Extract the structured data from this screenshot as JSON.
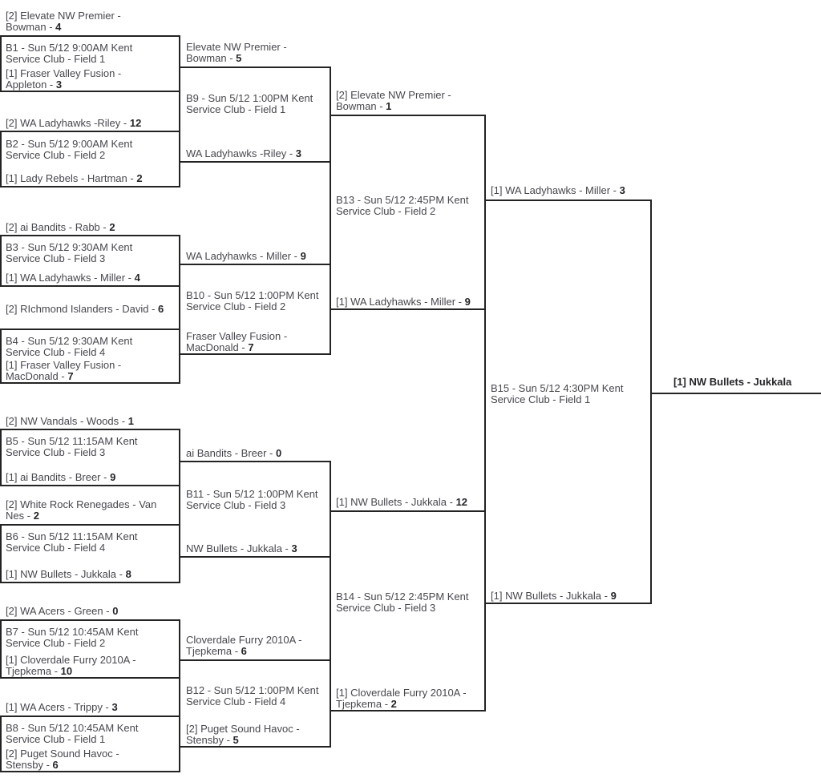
{
  "colors": {
    "background": "#ffffff",
    "text": "#47474f",
    "score": "#26262b",
    "line": "#232323"
  },
  "champion": {
    "team": "[1] NW Bullets - Jukkala"
  },
  "games": {
    "b1": {
      "info": "B1 - Sun 5/12 9:00AM Kent Service Club - Field 1",
      "top": {
        "team": "[2] Elevate NW Premier - Bowman -",
        "score": "4"
      },
      "bottom": {
        "team": "[1] Fraser Valley Fusion - Appleton -",
        "score": "3"
      }
    },
    "b2": {
      "info": "B2 - Sun 5/12 9:00AM Kent Service Club - Field 2",
      "top": {
        "team": "[2] WA Ladyhawks -Riley -",
        "score": "12"
      },
      "bottom": {
        "team": "[1] Lady Rebels - Hartman -",
        "score": "2"
      }
    },
    "b3": {
      "info": "B3 - Sun 5/12 9:30AM Kent Service Club - Field 3",
      "top": {
        "team": "[2] ai Bandits - Rabb -",
        "score": "2"
      },
      "bottom": {
        "team": "[1] WA Ladyhawks - Miller -",
        "score": "4"
      }
    },
    "b4": {
      "info": "B4 - Sun 5/12 9:30AM Kent Service Club - Field 4",
      "top": {
        "team": "[2] RIchmond Islanders - David -",
        "score": "6"
      },
      "bottom": {
        "team": "[1] Fraser Valley Fusion - MacDonald -",
        "score": "7"
      }
    },
    "b5": {
      "info": "B5 - Sun 5/12 11:15AM Kent Service Club - Field 3",
      "top": {
        "team": "[2] NW Vandals - Woods -",
        "score": "1"
      },
      "bottom": {
        "team": "[1] ai Bandits - Breer -",
        "score": "9"
      }
    },
    "b6": {
      "info": "B6 - Sun 5/12 11:15AM Kent Service Club - Field 4",
      "top": {
        "team": "[2] White Rock Renegades - Van Nes -",
        "score": "2"
      },
      "bottom": {
        "team": "[1] NW Bullets - Jukkala -",
        "score": "8"
      }
    },
    "b7": {
      "info": "B7 - Sun 5/12 10:45AM Kent Service Club - Field 2",
      "top": {
        "team": "[2] WA Acers - Green -",
        "score": "0"
      },
      "bottom": {
        "team": "[1] Cloverdale Furry 2010A - Tjepkema -",
        "score": "10"
      }
    },
    "b8": {
      "info": "B8 - Sun 5/12 10:45AM Kent Service Club - Field 1",
      "top": {
        "team": "[1] WA Acers - Trippy -",
        "score": "3"
      },
      "bottom": {
        "team": "[2] Puget Sound Havoc - Stensby -",
        "score": "6"
      }
    },
    "b9": {
      "info": "B9 - Sun 5/12 1:00PM Kent Service Club - Field 1",
      "top": {
        "team": "Elevate NW Premier - Bowman -",
        "score": "5"
      },
      "bottom": {
        "team": "WA Ladyhawks -Riley -",
        "score": "3"
      }
    },
    "b10": {
      "info": "B10 - Sun 5/12 1:00PM Kent Service Club - Field 2",
      "top": {
        "team": "WA Ladyhawks - Miller -",
        "score": "9"
      },
      "bottom": {
        "team": "Fraser Valley Fusion - MacDonald -",
        "score": "7"
      }
    },
    "b11": {
      "info": "B11 - Sun 5/12 1:00PM Kent Service Club - Field 3",
      "top": {
        "team": "ai Bandits - Breer -",
        "score": "0"
      },
      "bottom": {
        "team": "NW Bullets - Jukkala -",
        "score": "3"
      }
    },
    "b12": {
      "info": "B12 - Sun 5/12 1:00PM Kent Service Club - Field 4",
      "top": {
        "team": "Cloverdale Furry 2010A - Tjepkema -",
        "score": "6"
      },
      "bottom": {
        "team": "[2] Puget Sound Havoc - Stensby -",
        "score": "5"
      }
    },
    "b13": {
      "info": "B13 - Sun 5/12 2:45PM Kent Service Club - Field 2",
      "top": {
        "team": "[2] Elevate NW Premier - Bowman -",
        "score": "1"
      },
      "bottom": {
        "team": "[1] WA Ladyhawks - Miller -",
        "score": "9"
      }
    },
    "b14": {
      "info": "B14 - Sun 5/12 2:45PM Kent Service Club - Field 3",
      "top": {
        "team": "[1] NW Bullets - Jukkala -",
        "score": "12"
      },
      "bottom": {
        "team": "[1] Cloverdale Furry 2010A - Tjepkema -",
        "score": "2"
      }
    },
    "b15": {
      "info": "B15 - Sun 5/12 4:30PM Kent Service Club - Field 1",
      "top": {
        "team": "[1] WA Ladyhawks - Miller -",
        "score": "3"
      },
      "bottom": {
        "team": "[1] NW Bullets - Jukkala -",
        "score": "9"
      }
    }
  }
}
